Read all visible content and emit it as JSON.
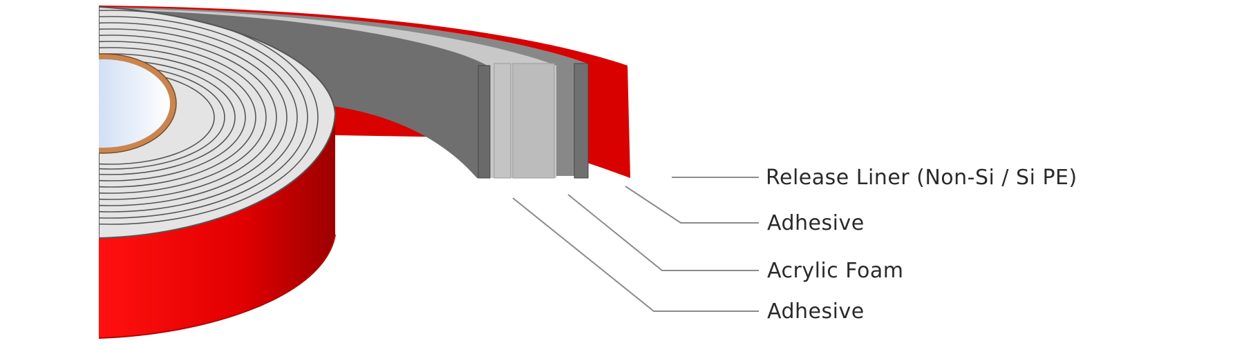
{
  "layers": [
    {
      "label": "Release Liner (Non-Si / Si PE)"
    },
    {
      "label": "Adhesive"
    },
    {
      "label": "Acrylic Foam"
    },
    {
      "label": "Adhesive"
    }
  ],
  "colors": {
    "liner_red": "#d90000",
    "liner_red_dark": "#9c0000",
    "foam_gray": "#bdbdbd",
    "adhesive_gray": "#777777",
    "roll_face": "#e2e2e2",
    "core_copper": "#c98550",
    "core_blue": "#a9c4ec",
    "leader_line": "#8a8a8a",
    "text": "#2a2a2a"
  }
}
